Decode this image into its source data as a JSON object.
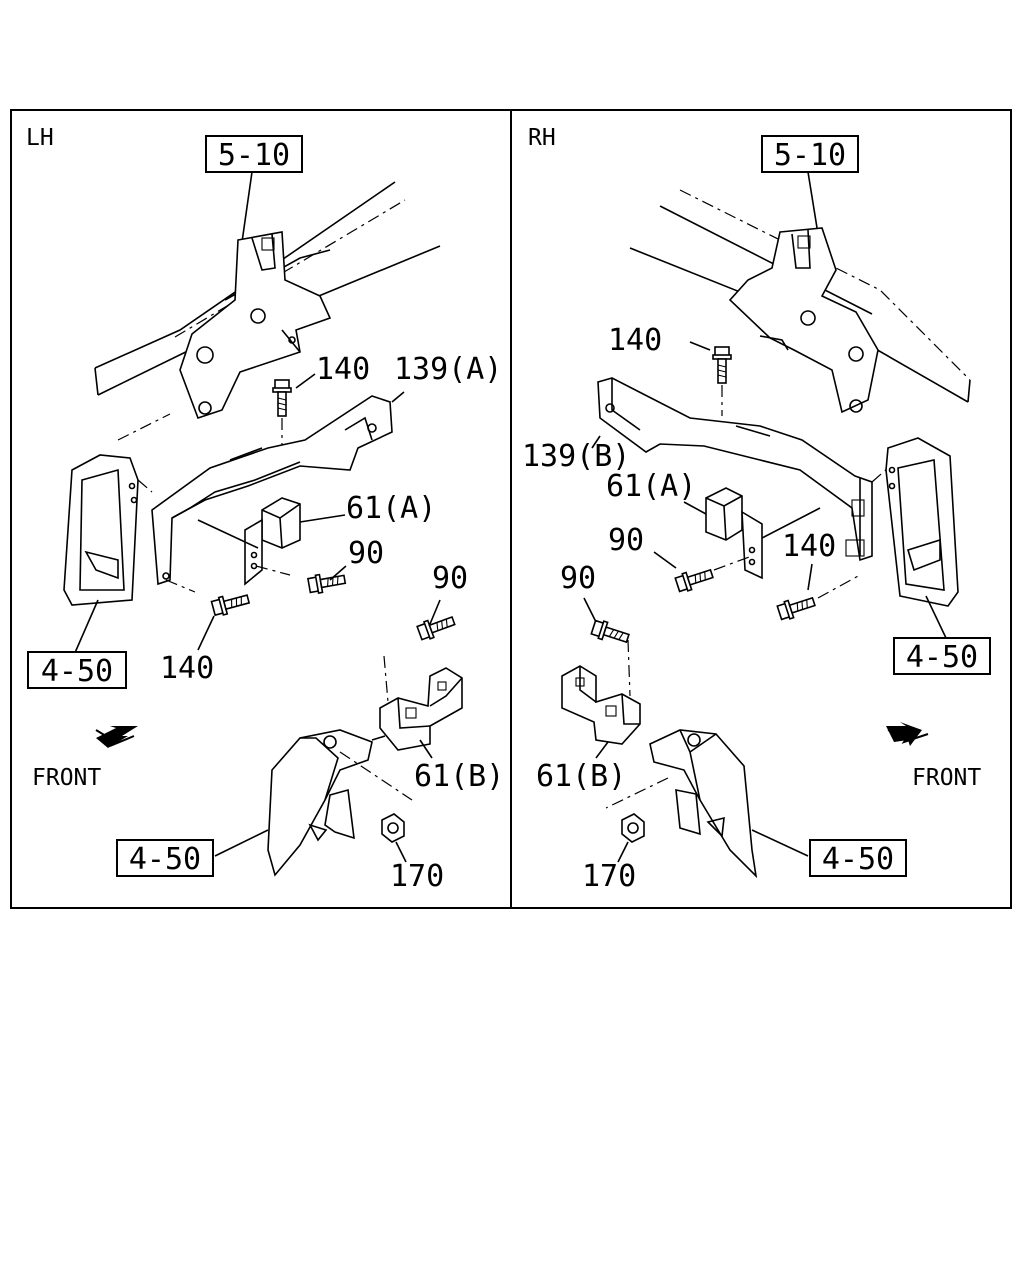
{
  "lh": {
    "side_label": "LH",
    "ref_top": "5-10",
    "ref_left": "4-50",
    "ref_bottom": "4-50",
    "front": "FRONT",
    "labels": {
      "bolt_140_top": "140",
      "bracket_139": "139(A)",
      "mount_61a": "61(A)",
      "bolt_90_mid": "90",
      "bolt_140_bottom": "140",
      "bolt_90_lower": "90",
      "mount_61b": "61(B)",
      "nut_170": "170"
    }
  },
  "rh": {
    "side_label": "RH",
    "ref_top": "5-10",
    "ref_right": "4-50",
    "ref_bottom": "4-50",
    "front": "FRONT",
    "labels": {
      "bolt_140_top": "140",
      "bracket_139": "139(B)",
      "mount_61a": "61(A)",
      "bolt_90_mid": "90",
      "bolt_140_right": "140",
      "bolt_90_lower": "90",
      "mount_61b": "61(B)",
      "nut_170": "170"
    }
  }
}
